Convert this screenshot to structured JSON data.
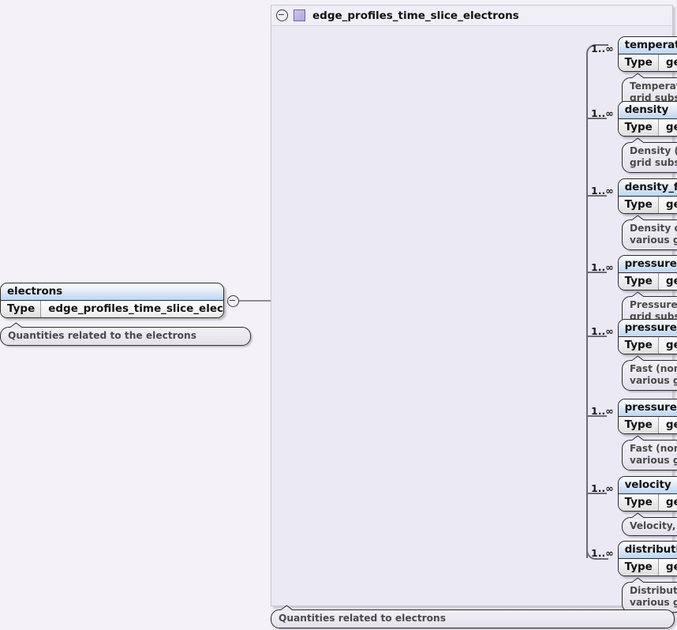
{
  "colors": {
    "page_bg": "#f4f1f8",
    "container_bg": "#ebe9f3",
    "header_bg": "#f0eef6",
    "name_row_accent": "#bcd6f2",
    "sequence_node": "#f6efa8",
    "container_icon": "#b2a5e0"
  },
  "root": {
    "name": "electrons",
    "type_label": "Type",
    "type_value": "edge_profiles_time_slice_electrons",
    "annotation": "Quantities related to the electrons",
    "collapse_icon": "minus-circle-icon"
  },
  "connector": {
    "sequence_icon": "sequence-compositor-icon",
    "collapse_icon": "minus-circle-icon"
  },
  "container": {
    "title": "edge_profiles_time_slice_electrons",
    "collapse_icon": "minus-circle-icon",
    "type_icon": "complex-type-square-icon",
    "annotation": "Quantities related to electrons"
  },
  "type_label": "Type",
  "expand_icon": "plus-circle-icon",
  "children": [
    {
      "multiplicity": "1..∞",
      "name": "temperature",
      "type_value": "generic_grid_scalar",
      "annotation": "Temperature, given on various grid subsets"
    },
    {
      "multiplicity": "1..∞",
      "name": "density",
      "type_value": "generic_grid_scalar",
      "annotation": "Density (thermal+non-thermal), given on various grid subsets"
    },
    {
      "multiplicity": "1..∞",
      "name": "density_fast",
      "type_value": "generic_grid_scalar",
      "annotation": "Density of fast (non-thermal) particles, given on various grid subsets"
    },
    {
      "multiplicity": "1..∞",
      "name": "pressure",
      "type_value": "generic_grid_scalar",
      "annotation": "Pressure, given on various grid subsets"
    },
    {
      "multiplicity": "1..∞",
      "name": "pressure_fast_perpendicular",
      "type_value": "generic_grid_scalar",
      "annotation": "Fast (non-thermal) perpendicular pressure, given on various grid subsets"
    },
    {
      "multiplicity": "1..∞",
      "name": "pressure_fast_parallel",
      "type_value": "generic_grid_scalar",
      "annotation": "Fast (non-thermal) parallel pressure, given on various grid subsets"
    },
    {
      "multiplicity": "1..∞",
      "name": "velocity",
      "type_value": "generic_grid_vector_components",
      "annotation": "Velocity, given on various grid subsets"
    },
    {
      "multiplicity": "1..∞",
      "name": "distribution_function",
      "type_value": "generic_grid_scalar",
      "annotation": "Distribution function, given on various grid subsets"
    }
  ]
}
